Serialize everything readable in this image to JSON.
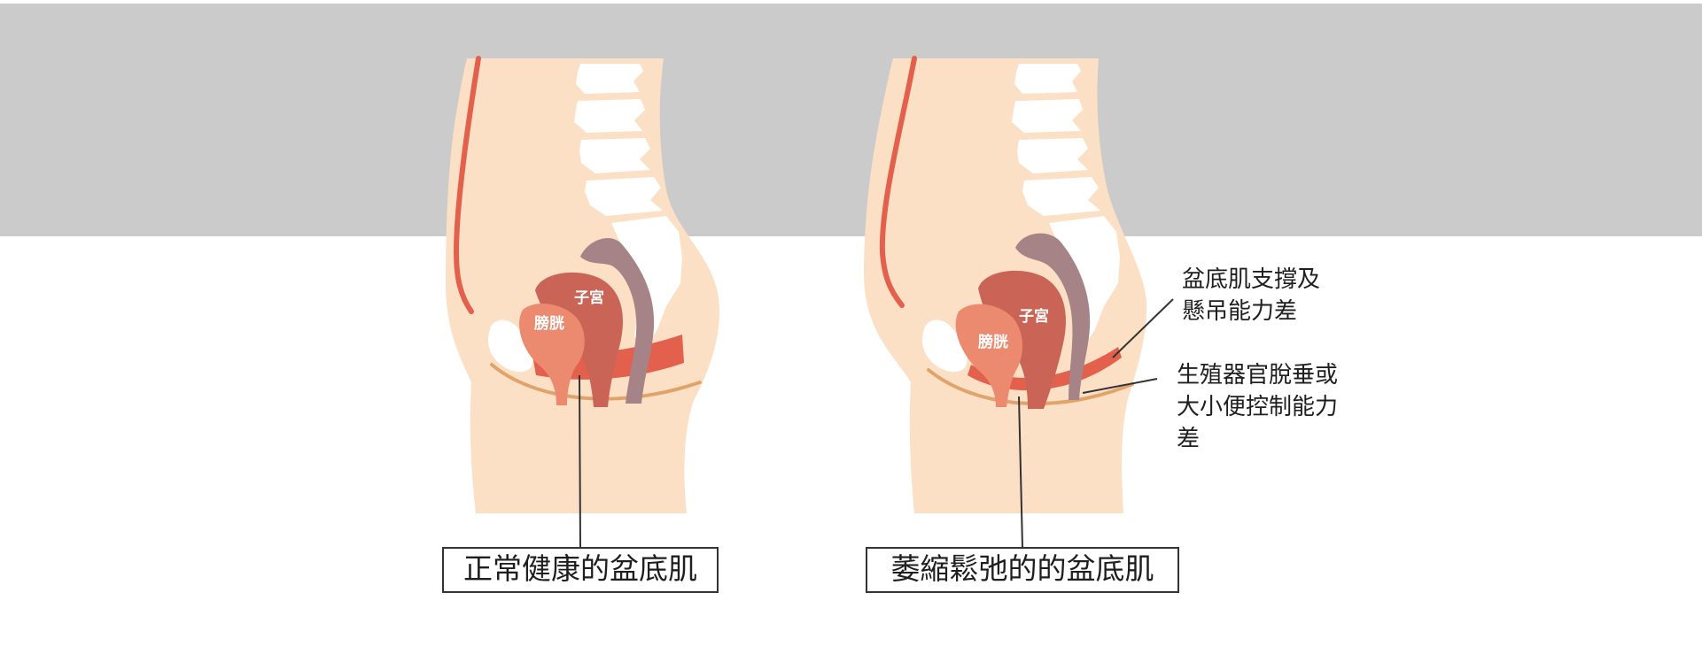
{
  "diagrams": [
    {
      "id": "normal",
      "organs": {
        "bladder": "膀胱",
        "uterus": "子宮"
      },
      "caption": "正常健康的盆底肌"
    },
    {
      "id": "weak",
      "organs": {
        "bladder": "膀胱",
        "uterus": "子宮"
      },
      "caption": "萎縮鬆弛的的盆底肌",
      "annotations": [
        {
          "lines": [
            "盆底肌支撐及",
            "懸吊能力差"
          ]
        },
        {
          "lines": [
            "生殖器官脫垂或",
            "大小便控制能力",
            "差"
          ]
        }
      ]
    }
  ],
  "colors": {
    "band": "#cbcbcb",
    "skin": "#fbe0c6",
    "skin_edge": "#f6d2b2",
    "abdominal_line": "#e3604c",
    "bone": "#ffffff",
    "bladder": "#ec8a70",
    "uterus": "#c96456",
    "rectum": "#a68386",
    "pelvic_floor_muscle": "#e3604c",
    "fascia_line": "#e2a36b",
    "leader_line": "#333333"
  }
}
